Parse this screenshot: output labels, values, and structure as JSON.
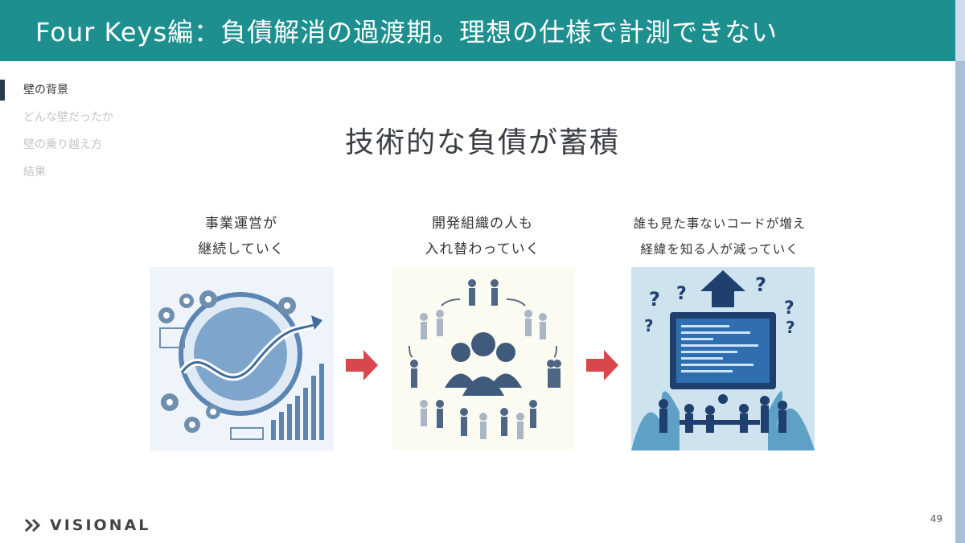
{
  "header": {
    "title": "Four Keys編：負債解消の過渡期。理想の仕様で計測できない"
  },
  "nav": {
    "items": [
      {
        "label": "壁の背景",
        "active": true
      },
      {
        "label": "どんな壁だったか",
        "active": false
      },
      {
        "label": "壁の乗り越え方",
        "active": false
      },
      {
        "label": "結果",
        "active": false
      }
    ]
  },
  "main": {
    "title": "技術的な負債が蓄積"
  },
  "panels": [
    {
      "line1": "事業運営が",
      "line2": "継続していく"
    },
    {
      "line1": "開発組織の人も",
      "line2": "入れ替わっていく"
    },
    {
      "line1": "誰も見た事ないコードが増え",
      "line2": "経緯を知る人が減っていく"
    }
  ],
  "footer": {
    "logo": "VISIONAL",
    "page": "49"
  },
  "colors": {
    "header": "#1c8f8e",
    "arrow": "#d9464b",
    "accent": "#2b3a4a"
  }
}
